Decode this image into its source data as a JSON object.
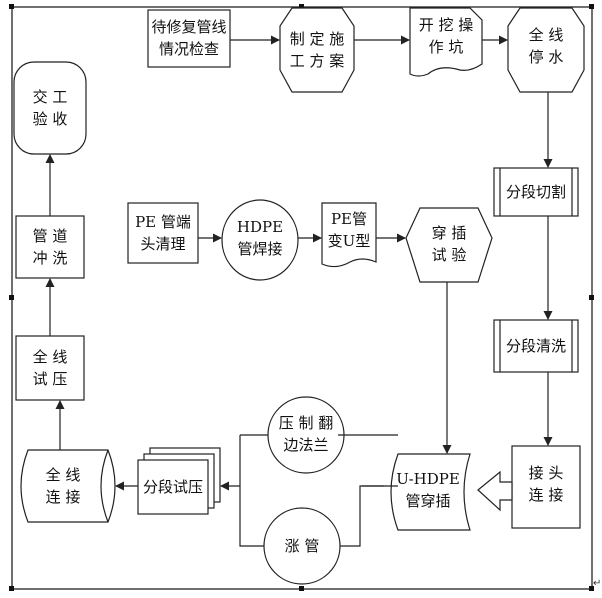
{
  "diagram": {
    "nodes": {
      "n01": [
        "待修复管线",
        "情况检查"
      ],
      "n02": [
        "制 定 施",
        "工 方 案"
      ],
      "n03": [
        "开 挖 操",
        "作 坑"
      ],
      "n04": [
        "全  线",
        "停  水"
      ],
      "n05": [
        "分段切割"
      ],
      "n06": [
        "分段清洗"
      ],
      "n07": [
        "接  头",
        "连  接"
      ],
      "n08": [
        "U-HDPE",
        "管穿插"
      ],
      "n09": [
        "压 制 翻",
        "边法兰"
      ],
      "n10": [
        "涨  管"
      ],
      "n11": [
        "分段试压"
      ],
      "n12": [
        "全  线",
        "连  接"
      ],
      "n13": [
        "全  线",
        "试  压"
      ],
      "n14": [
        "管  道",
        "冲  洗"
      ],
      "n15": [
        "交  工",
        "验  收"
      ],
      "n16": [
        "PE 管端",
        "头清理"
      ],
      "n17": [
        "HDPE",
        "管焊接"
      ],
      "n18": [
        "PE管",
        "变U型"
      ],
      "n19": [
        "穿  插",
        "试  验"
      ]
    },
    "corner_mark": "↵"
  }
}
